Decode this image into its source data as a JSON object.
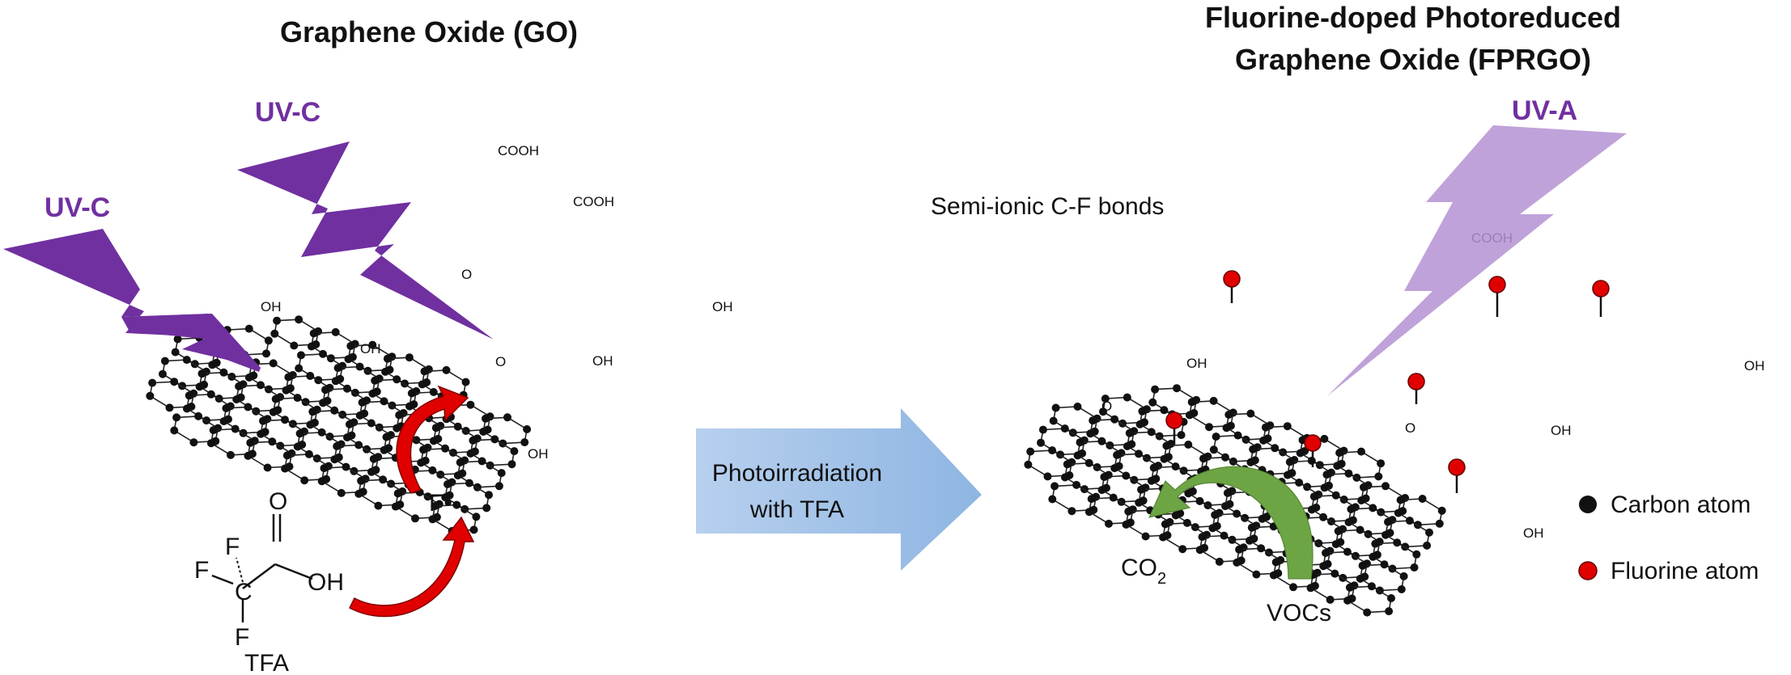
{
  "titles": {
    "go": "Graphene Oxide (GO)",
    "fprgo_line1": "Fluorine-doped Photoreduced",
    "fprgo_line2": "Graphene Oxide (FPRGO)"
  },
  "uv": {
    "left_top": "UV-C",
    "left_bottom": "UV-C",
    "right": "UV-A"
  },
  "colors": {
    "uv_c": "#7030A0",
    "uv_a": "#B492D2",
    "arrow_fill": "#A6C4E6",
    "green": "#6DA544",
    "red": "#E00000"
  },
  "arrow": {
    "line1": "Photoirradiation",
    "line2": "with TFA"
  },
  "labels": {
    "semi_ionic": "Semi-ionic C-F bonds",
    "co2_main": "CO",
    "co2_sub": "2",
    "vocs": "VOCs",
    "f_radical": "F•",
    "cooh": "COOH",
    "oh": "OH",
    "o": "O"
  },
  "tfa": {
    "name": "TFA",
    "f": "F",
    "c": "C",
    "o": "O",
    "oh": "OH"
  },
  "legend": {
    "carbon": "Carbon atom",
    "fluorine": "Fluorine atom"
  }
}
